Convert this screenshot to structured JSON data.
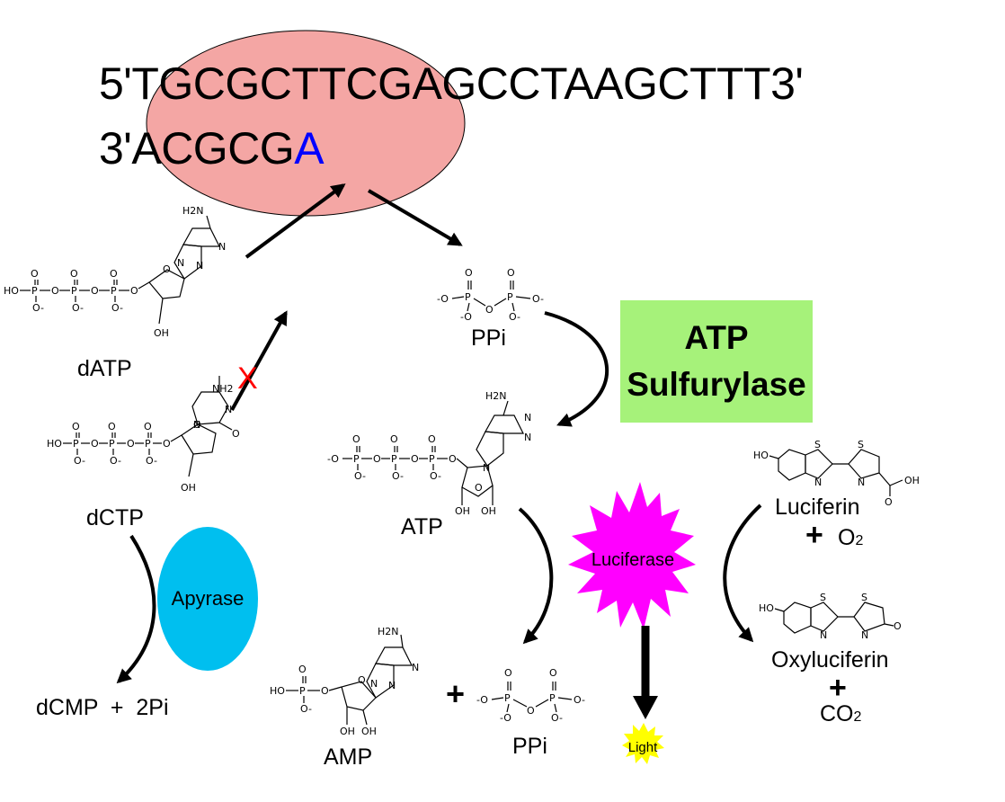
{
  "sequence": {
    "top_strand": "5'TGCGCTTCGAGCCTAAGCTTT3'",
    "bottom_prefix": "3'ACGCG",
    "bottom_added_base": "A"
  },
  "molecules": {
    "datp": "dATP",
    "dctp": "dCTP",
    "ppi_top": "PPi",
    "atp": "ATP",
    "amp": "AMP",
    "ppi_bottom": "PPi",
    "dcmp_products": "dCMP  +  2Pi",
    "luciferin": "Luciferin",
    "o2_plus": "+",
    "o2": "O",
    "o2_sub": "2",
    "oxyluciferin": "Oxyluciferin",
    "co2_plus": "+",
    "co2": "CO",
    "co2_sub": "2",
    "amp_ppi_plus": "+"
  },
  "enzymes": {
    "atp_sulfurylase_line1": "ATP",
    "atp_sulfurylase_line2": "Sulfurylase",
    "luciferase": "Luciferase",
    "apyrase": "Apyrase"
  },
  "output": {
    "light": "Light"
  },
  "blocked_marker": "X",
  "atoms": {
    "ho": "HO",
    "o": "O",
    "o_minus": "O-",
    "minus_o": "-O",
    "p": "P",
    "n": "N",
    "nh2": "NH2",
    "h2n": "H2N",
    "oh": "OH",
    "s": "S",
    "ho_left": "HO",
    "oh_acid": "OH"
  },
  "colors": {
    "polymerase": "#f4a6a4",
    "sulfurylase": "#a6f27a",
    "luciferase": "#ff00ff",
    "apyrase": "#00bfef",
    "light": "#ffff00",
    "added_base": "#0000ff",
    "blocked": "#ff0000"
  }
}
